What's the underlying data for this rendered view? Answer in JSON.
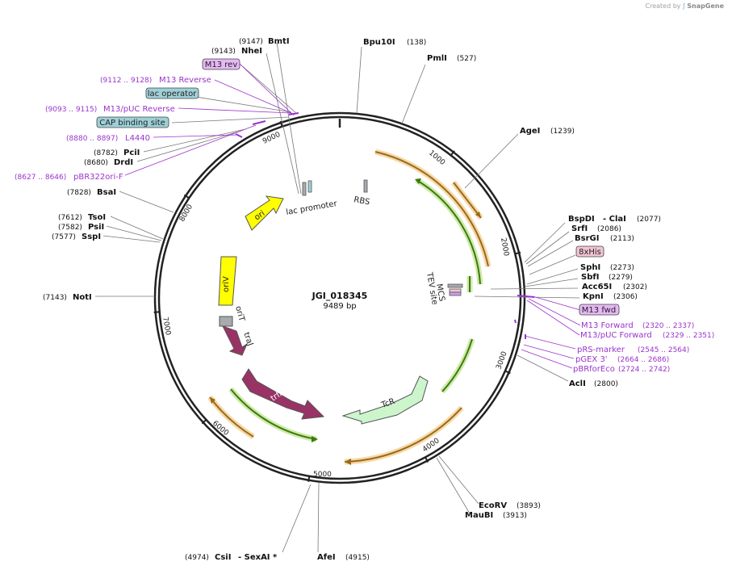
{
  "credit": {
    "prefix": "Created by",
    "brand": "SnapGene"
  },
  "plasmid": {
    "name": "JGI_018345",
    "length_label": "9489 bp",
    "length": 9489
  },
  "tick_labels": [
    "1000",
    "2000",
    "3000",
    "4000",
    "5000",
    "6000",
    "7000",
    "8000",
    "9000"
  ],
  "sites": [
    {
      "name": "BmtI",
      "pos": "(9147)"
    },
    {
      "name": "NheI",
      "pos": "(9143)"
    },
    {
      "name": "Bpu10I",
      "pos": "(138)"
    },
    {
      "name": "PmlI",
      "pos": "(527)"
    },
    {
      "name": "AgeI",
      "pos": "(1239)"
    },
    {
      "name": "BspDI",
      "pos": ""
    },
    {
      "name": "- ClaI",
      "pos": "(2077)"
    },
    {
      "name": "SrfI",
      "pos": "(2086)"
    },
    {
      "name": "BsrGI",
      "pos": "(2113)"
    },
    {
      "name": "SphI",
      "pos": "(2273)"
    },
    {
      "name": "SbfI",
      "pos": "(2279)"
    },
    {
      "name": "Acc65I",
      "pos": "(2302)"
    },
    {
      "name": "KpnI",
      "pos": "(2306)"
    },
    {
      "name": "AclI",
      "pos": "(2800)"
    },
    {
      "name": "EcoRV",
      "pos": "(3893)"
    },
    {
      "name": "MauBI",
      "pos": "(3913)"
    },
    {
      "name": "AfeI",
      "pos": "(4915)"
    },
    {
      "name": "CsiI",
      "pos": "(4974)"
    },
    {
      "name": "- SexAI *",
      "pos": ""
    },
    {
      "name": "NotI",
      "pos": "(7143)"
    },
    {
      "name": "SspI",
      "pos": "(7577)"
    },
    {
      "name": "PsiI",
      "pos": "(7582)"
    },
    {
      "name": "TsoI",
      "pos": "(7612)"
    },
    {
      "name": "BsaI",
      "pos": "(7828)"
    },
    {
      "name": "DrdI",
      "pos": "(8680)"
    },
    {
      "name": "PciI",
      "pos": "(8782)"
    }
  ],
  "primers": [
    {
      "name": "M13 Reverse",
      "pos": "(9112 .. 9128)"
    },
    {
      "name": "M13/pUC Reverse",
      "pos": "(9093 .. 9115)"
    },
    {
      "name": "L4440",
      "pos": "(8880 .. 8897)"
    },
    {
      "name": "pBR322ori-F",
      "pos": "(8627 .. 8646)"
    },
    {
      "name": "M13 Forward",
      "pos": "(2320 .. 2337)"
    },
    {
      "name": "M13/pUC Forward",
      "pos": "(2329 .. 2351)"
    },
    {
      "name": "pRS-marker",
      "pos": "(2545 .. 2564)"
    },
    {
      "name": "pGEX 3'",
      "pos": "(2664 .. 2686)"
    },
    {
      "name": "pBRforEco",
      "pos": "(2724 .. 2742)"
    }
  ],
  "boxed_labels": [
    {
      "text": "M13 rev",
      "kind": "primer-box",
      "color": "#e6b8f5"
    },
    {
      "text": "lac operator",
      "kind": "feature-box",
      "color": "#9fd0d8"
    },
    {
      "text": "CAP binding site",
      "kind": "feature-box",
      "color": "#9fd0d8"
    },
    {
      "text": "8xHis",
      "kind": "feature-box",
      "color": "#f2c4d2"
    },
    {
      "text": "M13 fwd",
      "kind": "primer-box",
      "color": "#e6b8f5"
    }
  ],
  "features": [
    {
      "label": "ori",
      "color": "#ffff00"
    },
    {
      "label": "lac promoter",
      "color": ""
    },
    {
      "label": "RBS",
      "color": ""
    },
    {
      "label": "TEV site",
      "color": ""
    },
    {
      "label": "MCS",
      "color": ""
    },
    {
      "label": "oriV",
      "color": "#ffff00"
    },
    {
      "label": "oriT",
      "color": ""
    },
    {
      "label": "traJ",
      "color": "#993366"
    },
    {
      "label": "trfA",
      "color": "#993366"
    },
    {
      "label": "TcR",
      "color": "#ccf5cc"
    }
  ],
  "colors": {
    "backbone": "#222222",
    "orf": "#e9a23b",
    "orf_inner": "#5ba31f",
    "primer": "#9a34cc"
  }
}
